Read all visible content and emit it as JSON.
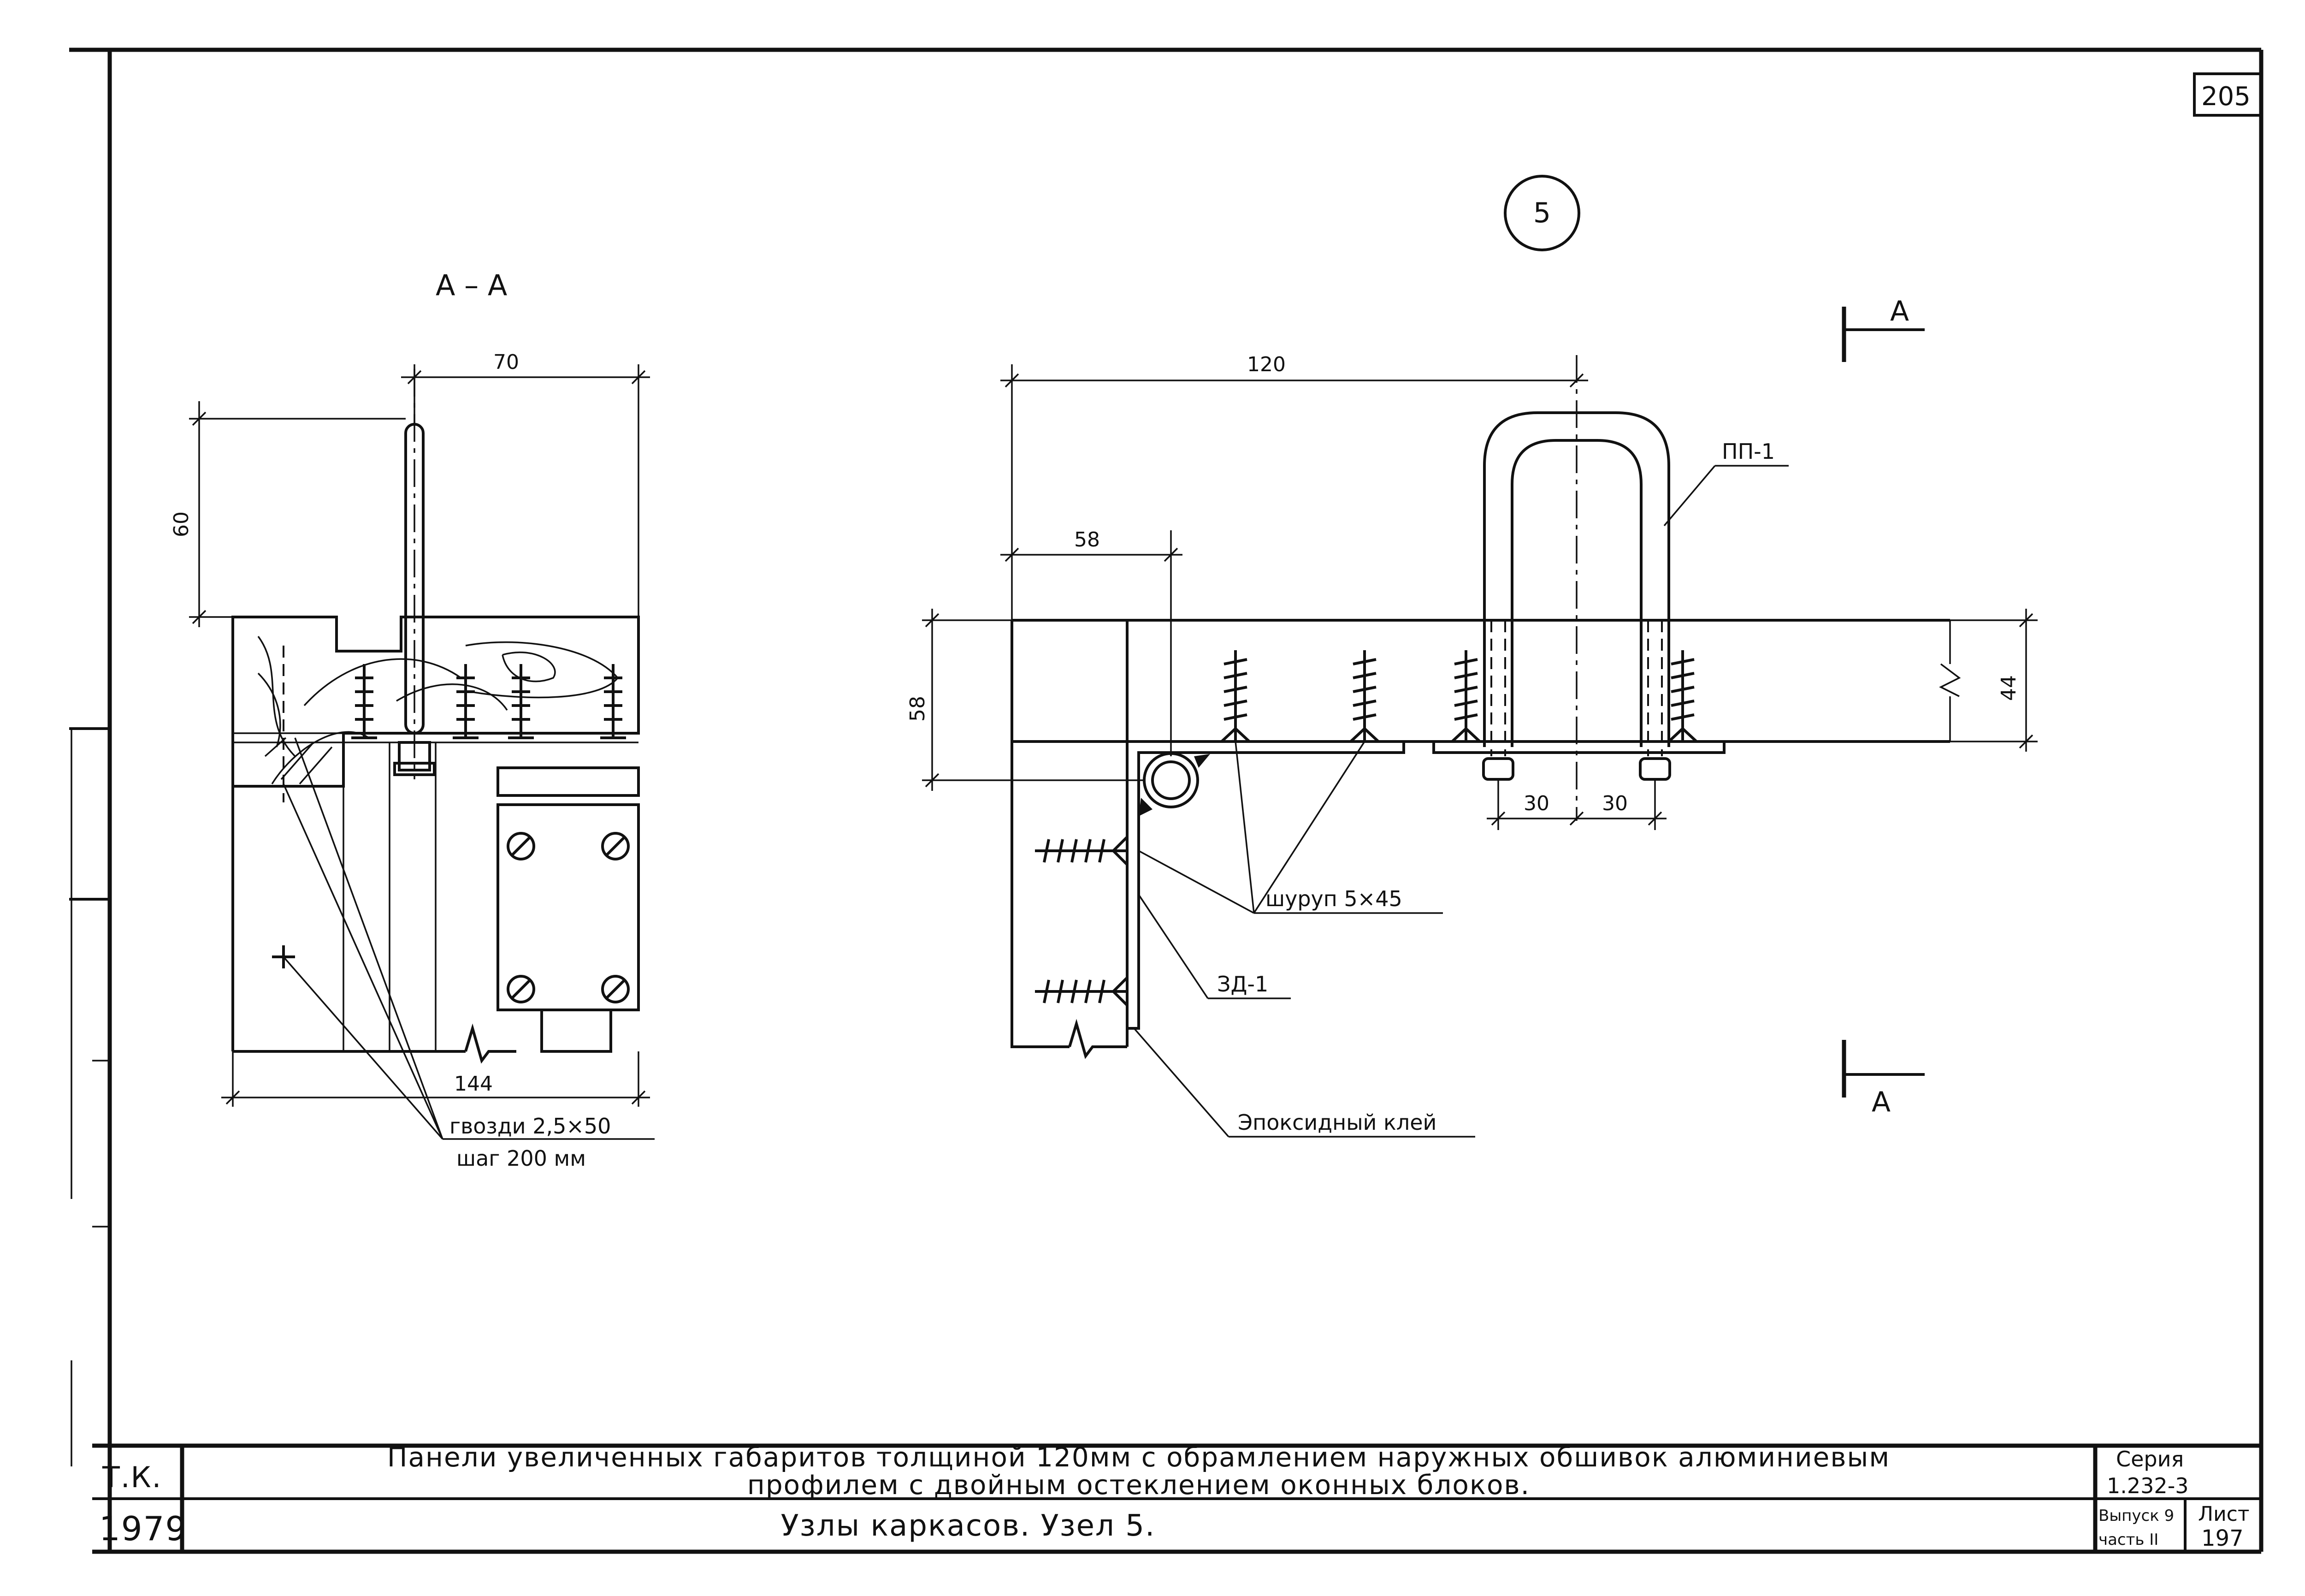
{
  "sheet": {
    "page_number": "205",
    "node_number": "5",
    "section_label": "А – А",
    "section_marks": [
      "А",
      "А"
    ]
  },
  "left_view": {
    "dims": {
      "d70": "70",
      "d60": "60",
      "d144": "144"
    },
    "nails_label": "гвозди 2,5×50",
    "nails_pitch": "шаг 200 мм"
  },
  "right_view": {
    "dims": {
      "d120": "120",
      "d58_h": "58",
      "d58_v": "58",
      "d44": "44",
      "d30a": "30",
      "d30b": "30"
    },
    "bolt_label": "ПП-1",
    "screw_label": "шуруп 5×45",
    "part_label": "ЗД-1",
    "glue_label": "Эпоксидный клей"
  },
  "title_block": {
    "org": "Т.К.",
    "year": "1979",
    "title_line1": "Панели увеличенных габаритов толщиной 120мм с обрамлением наружных обшивок алюминиевым",
    "title_line2": "профилем с двойным остеклением оконных блоков.",
    "subtitle": "Узлы каркасов. Узел 5.",
    "series_label": "Серия",
    "series_value": "1.232-3",
    "issue_label": "Выпуск 9",
    "part_label": "часть II",
    "sheet_label": "Лист",
    "sheet_value": "197"
  }
}
